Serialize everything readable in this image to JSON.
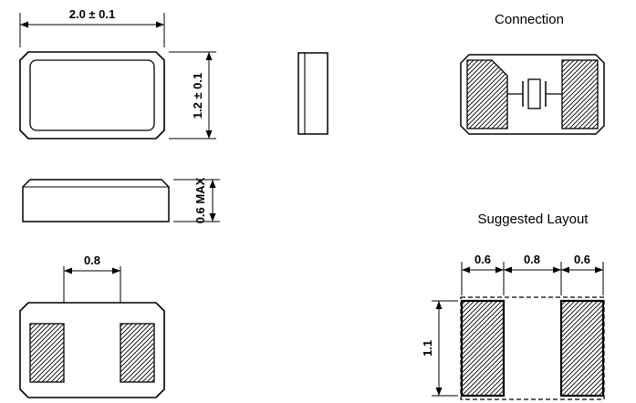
{
  "page": {
    "background": "#ffffff",
    "ink": "#000000",
    "description": "Technical drawing of SMD crystal package with dimensions, connection diagram and suggested solder layout"
  },
  "views": {
    "connection": {
      "title": "Connection"
    },
    "suggested_layout": {
      "title": "Suggested Layout"
    }
  },
  "dimensions": {
    "package_width": "2.0 ± 0.1",
    "package_height": "1.2 ± 0.1",
    "max_thickness": "0.6 MAX",
    "bottom_pad_gap": "0.8",
    "layout_pad_left_width": "0.6",
    "layout_pad_gap": "0.8",
    "layout_pad_right_width": "0.6",
    "layout_pad_height": "1.1"
  }
}
